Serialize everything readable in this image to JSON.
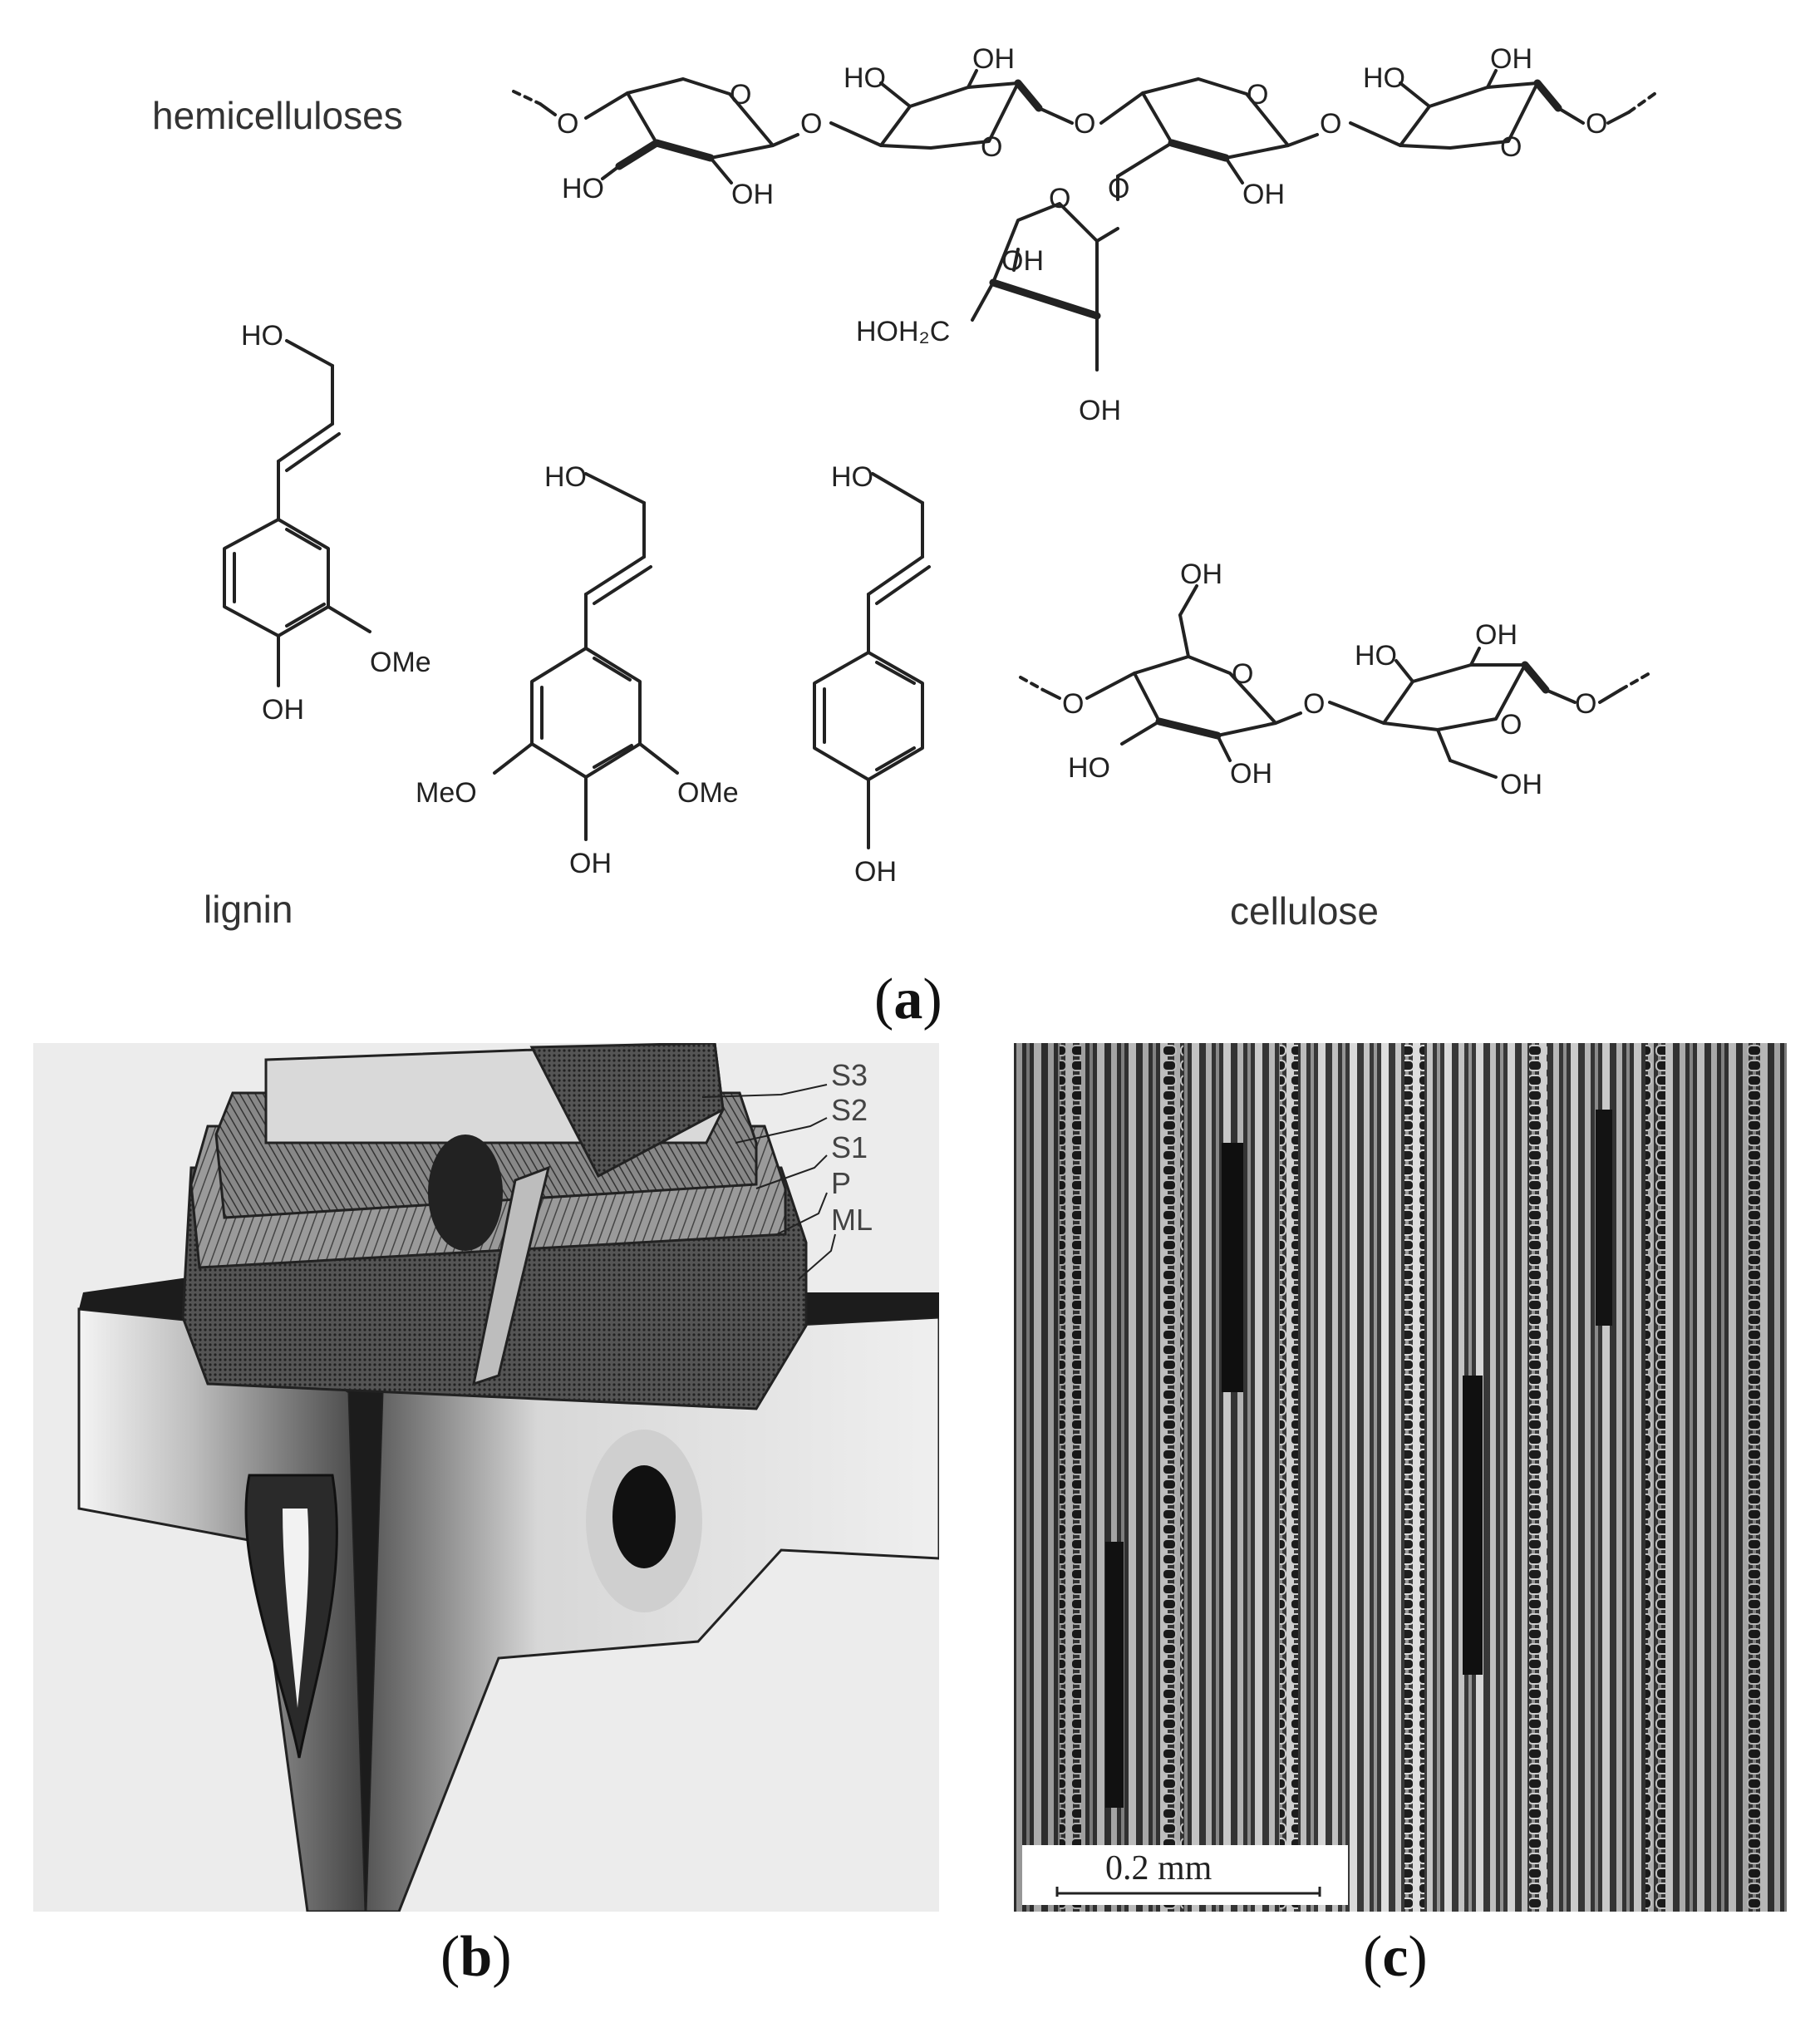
{
  "panel_a": {
    "label_open": "(",
    "label_letter": "a",
    "label_close": ")",
    "names": {
      "hemicelluloses": "hemicelluloses",
      "lignin": "lignin",
      "cellulose": "cellulose"
    },
    "atoms": {
      "O": "O",
      "OH": "OH",
      "HO": "HO",
      "OMe": "OMe",
      "MeO": "MeO",
      "HOH2C": "HOH₂C"
    }
  },
  "panel_b": {
    "label_open": "(",
    "label_letter": "b",
    "label_close": ")",
    "layers": [
      "S3",
      "S2",
      "S1",
      "P",
      "ML"
    ]
  },
  "panel_c": {
    "label_open": "(",
    "label_letter": "c",
    "label_close": ")",
    "scale_bar": "0.2 mm"
  }
}
